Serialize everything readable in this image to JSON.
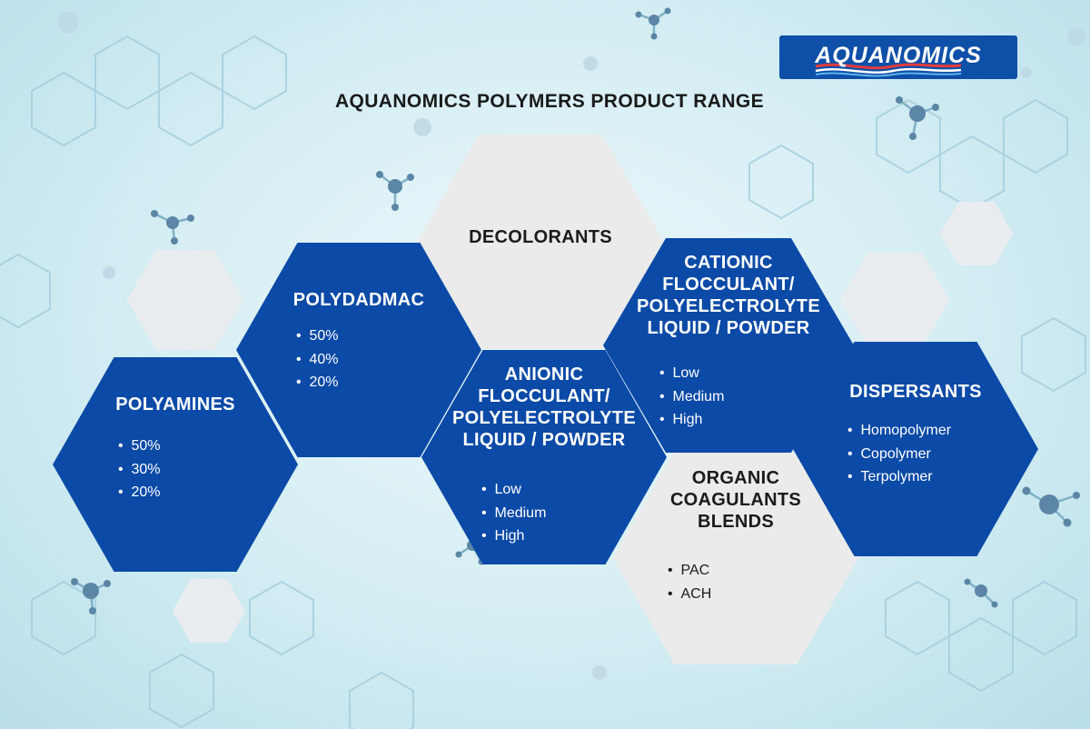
{
  "header": {
    "title": "AQUANOMICS POLYMERS PRODUCT RANGE",
    "logo_text": "AQUANOMICS"
  },
  "colors": {
    "blue_hex": "#0b4aa6",
    "grey_hex": "#ebebeb",
    "background": "#d3edf3"
  },
  "hexagons": {
    "polyamines": {
      "title": "POLYAMINES",
      "items": [
        "50%",
        "30%",
        "20%"
      ]
    },
    "polydadmac": {
      "title": "POLYDADMAC",
      "items": [
        "50%",
        "40%",
        "20%"
      ]
    },
    "decolorants": {
      "title": "DECOLORANTS"
    },
    "anionic": {
      "title_lines": [
        "ANIONIC",
        "FLOCCULANT/",
        "POLYELECTROLYTE",
        "LIQUID / POWDER"
      ],
      "items": [
        "Low",
        "Medium",
        "High"
      ]
    },
    "cationic": {
      "title_lines": [
        "CATIONIC",
        "FLOCCULANT/",
        "POLYELECTROLYTE",
        "LIQUID / POWDER"
      ],
      "items": [
        "Low",
        "Medium",
        "High"
      ]
    },
    "organic": {
      "title_lines": [
        "ORGANIC",
        "COAGULANTS",
        "BLENDS"
      ],
      "items": [
        "PAC",
        "ACH"
      ]
    },
    "dispersants": {
      "title": "DISPERSANTS",
      "items": [
        "Homopolymer",
        "Copolymer",
        "Terpolymer"
      ]
    }
  }
}
